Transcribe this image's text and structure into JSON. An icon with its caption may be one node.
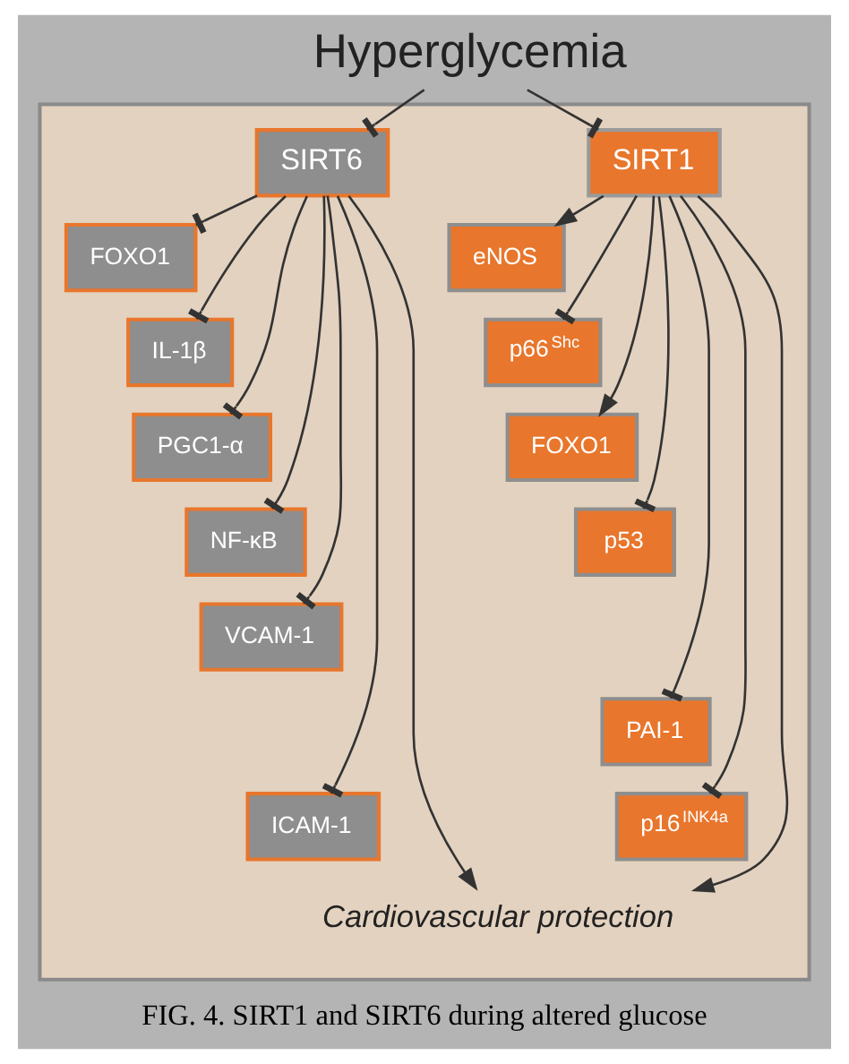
{
  "diagram": {
    "caption": "FIG. 4. SIRT1 and SIRT6 during altered glucose",
    "nodes": [
      {
        "text": [
          "Hyperglycemia"
        ]
      },
      {
        "text": [],
        "shape": "box"
      },
      {
        "text": [
          "SIRT1"
        ],
        "in": 1
      },
      {
        "text": [
          "SIRT6"
        ],
        "in": 1
      },
      {
        "text": [
          "eNOS"
        ],
        "in": 1
      },
      {
        "text": [
          "FOXO1"
        ],
        "in": 1
      },
      {
        "text": [
          "p66$^{Shc}$"
        ],
        "in": 1
      },
      {
        "text": [
          "IL-1β"
        ],
        "in": 1
      },
      {
        "text": [
          "FOXO1"
        ],
        "in": 1
      },
      {
        "text": [
          "PGC1-α"
        ],
        "in": 1
      },
      {
        "text": [
          "p53"
        ],
        "in": 1
      },
      {
        "text": [
          "NF-κB"
        ],
        "in": 1
      },
      {
        "text": [
          "VCAM-1"
        ],
        "in": 1
      },
      {
        "text": [
          "PAI-1"
        ],
        "in": 1
      },
      {
        "text": [
          "p16$^{INK4a}$"
        ],
        "in": 1
      },
      {
        "text": [
          "ICAM-1"
        ],
        "in": 1
      },
      {
        "text": [
          "Cardiovascular protection"
        ],
        "in": 1
      }
    ],
    "edges": [
      {
        "from": 0,
        "to": 2,
        "arrow": "other"
      },
      {
        "from": 0,
        "to": 3,
        "arrow": "other"
      },
      {
        "from": 2,
        "to": 4,
        "arrow": "to"
      },
      {
        "from": 2,
        "to": 6,
        "arrow": "other"
      },
      {
        "from": 2,
        "to": 8,
        "arrow": "to"
      },
      {
        "from": 2,
        "to": 10,
        "arrow": "other"
      },
      {
        "from": 2,
        "to": 13,
        "arrow": "other"
      },
      {
        "from": 2,
        "to": 14,
        "arrow": "other"
      },
      {
        "from": 3,
        "to": 5,
        "arrow": "other"
      },
      {
        "from": 3,
        "to": 7,
        "arrow": "other"
      },
      {
        "from": 3,
        "to": 9,
        "arrow": "other"
      },
      {
        "from": 3,
        "to": 11,
        "arrow": "other"
      },
      {
        "from": 3,
        "to": 12,
        "arrow": "other"
      },
      {
        "from": 3,
        "to": 15,
        "arrow": "other"
      },
      {
        "from": 2,
        "to": 16,
        "arrow": "to"
      },
      {
        "from": 3,
        "to": 16,
        "arrow": "to"
      }
    ]
  }
}
